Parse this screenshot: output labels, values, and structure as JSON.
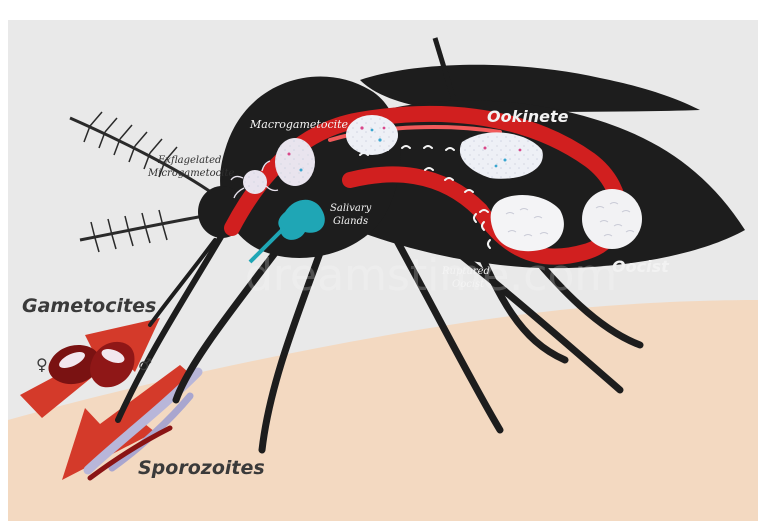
{
  "labels": {
    "gametocites": "Gametocites",
    "sporozoites": "Sporozoites",
    "exflagelated_line1": "Exflagelated",
    "exflagelated_line2": "Microgametocite",
    "macrogametocite": "Macrogametocite",
    "ookinete": "Ookinete",
    "salivary_line1": "Salivary",
    "salivary_line2": "Glands",
    "ruptured_line1": "Ruptured",
    "ruptured_line2": "Oocist",
    "oocist": "Oocist",
    "female_symbol": "♀",
    "male_symbol": "♂"
  },
  "watermark": {
    "text": "dreamstime.com"
  },
  "colors": {
    "background": "#e9e9e9",
    "skin": "#f3d9c1",
    "mosquito": "#1d1d1d",
    "gut": "#d11f1f",
    "arrow": "#d43a2a",
    "salivary": "#1fa6b5"
  }
}
